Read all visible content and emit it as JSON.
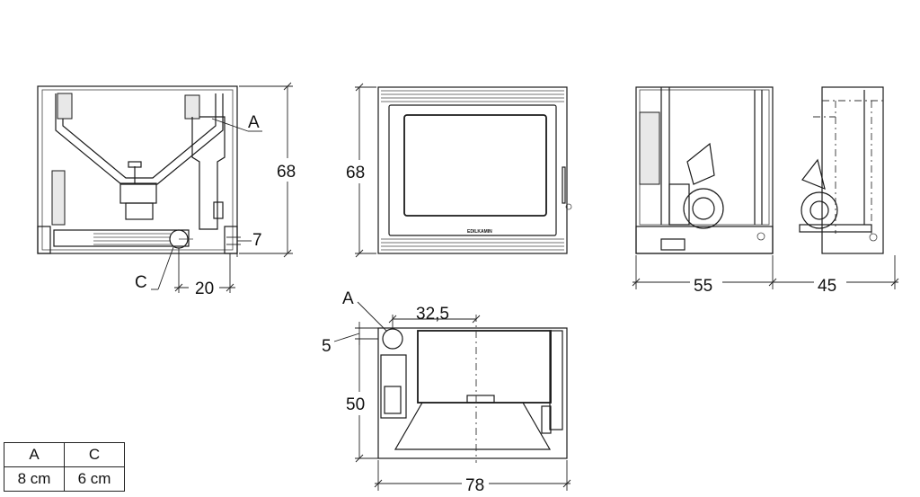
{
  "front_view": {
    "height_dim": "68",
    "label_a": "A",
    "label_c": "C",
    "offset_dim": "7",
    "width_dim": "20"
  },
  "front_face": {
    "height_dim": "68",
    "brand": "EDILKAMIN"
  },
  "side_views": {
    "depth_dim_left": "55",
    "depth_dim_right": "45"
  },
  "top_view": {
    "label_a": "A",
    "offset_dim": "32,5",
    "edge_dim": "5",
    "depth_dim": "50",
    "width_dim": "78"
  },
  "legend": {
    "headers": [
      "A",
      "C"
    ],
    "values": [
      "8 cm",
      "6 cm"
    ]
  }
}
